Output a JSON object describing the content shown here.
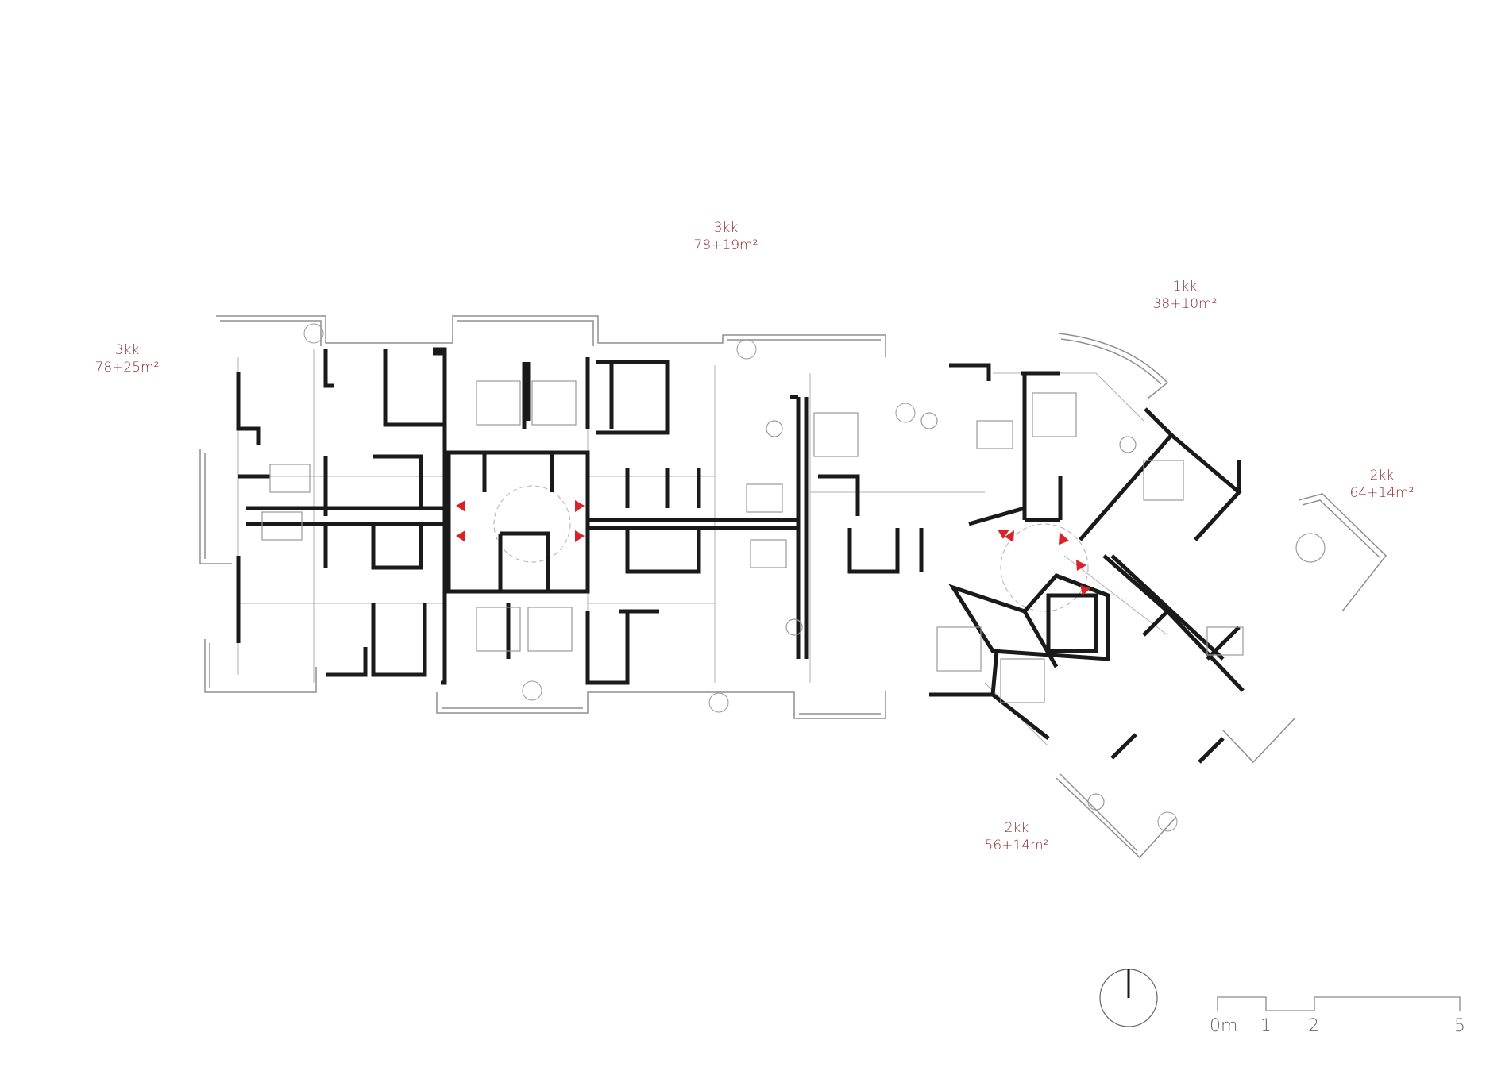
{
  "units": [
    {
      "type": "3kk",
      "area": "78+19m²"
    },
    {
      "type": "3kk",
      "area": "78+25m²"
    },
    {
      "type": "1kk",
      "area": "38+10m²"
    },
    {
      "type": "2kk",
      "area": "64+14m²"
    },
    {
      "type": "2kk",
      "area": "56+14m²"
    }
  ],
  "scale_bar": {
    "labels": [
      "0m",
      "1",
      "2",
      "5"
    ]
  },
  "colors": {
    "accent": "#8b2f33",
    "entrance_marker": "#d8232a",
    "wall": "#1a1a1a",
    "line": "#9a9a9a"
  },
  "icons": [
    "north-arrow-icon",
    "entrance-arrow-icon"
  ]
}
